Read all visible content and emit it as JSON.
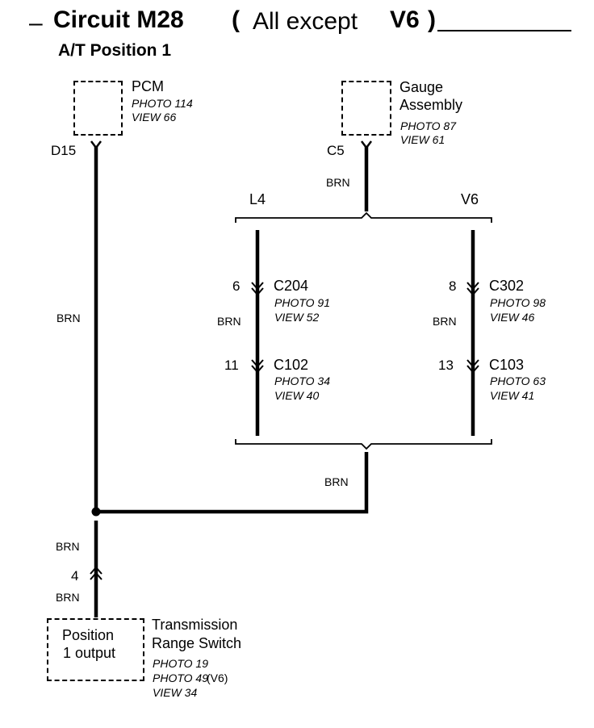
{
  "title": {
    "prefix": "–",
    "circuit": "Circuit M28",
    "open_paren": "(",
    "all_except": "All except",
    "v6": "V6",
    "close_paren": ")",
    "subtitle": "A/T Position 1"
  },
  "pcm": {
    "name": "PCM",
    "photo": "PHOTO 114",
    "view": "VIEW 66",
    "pin": "D15"
  },
  "gauge": {
    "name1": "Gauge",
    "name2": "Assembly",
    "photo": "PHOTO 87",
    "view": "VIEW 61",
    "pin": "C5"
  },
  "wire_color": "BRN",
  "branches": {
    "l4": "L4",
    "v6": "V6"
  },
  "connectors": {
    "c204": {
      "name": "C204",
      "pin": "6",
      "photo": "PHOTO 91",
      "view": "VIEW 52"
    },
    "c102": {
      "name": "C102",
      "pin": "11",
      "photo": "PHOTO 34",
      "view": "VIEW 40"
    },
    "c302": {
      "name": "C302",
      "pin": "8",
      "photo": "PHOTO 98",
      "view": "VIEW 46"
    },
    "c103": {
      "name": "C103",
      "pin": "13",
      "photo": "PHOTO 63",
      "view": "VIEW 41"
    }
  },
  "switch": {
    "box_line1": "Position",
    "box_line2": "1 output",
    "name1": "Transmission",
    "name2": "Range Switch",
    "photo1": "PHOTO 19",
    "photo2": "PHOTO 49",
    "photo2_note": "(V6)",
    "view": "VIEW 34",
    "pin": "4"
  }
}
